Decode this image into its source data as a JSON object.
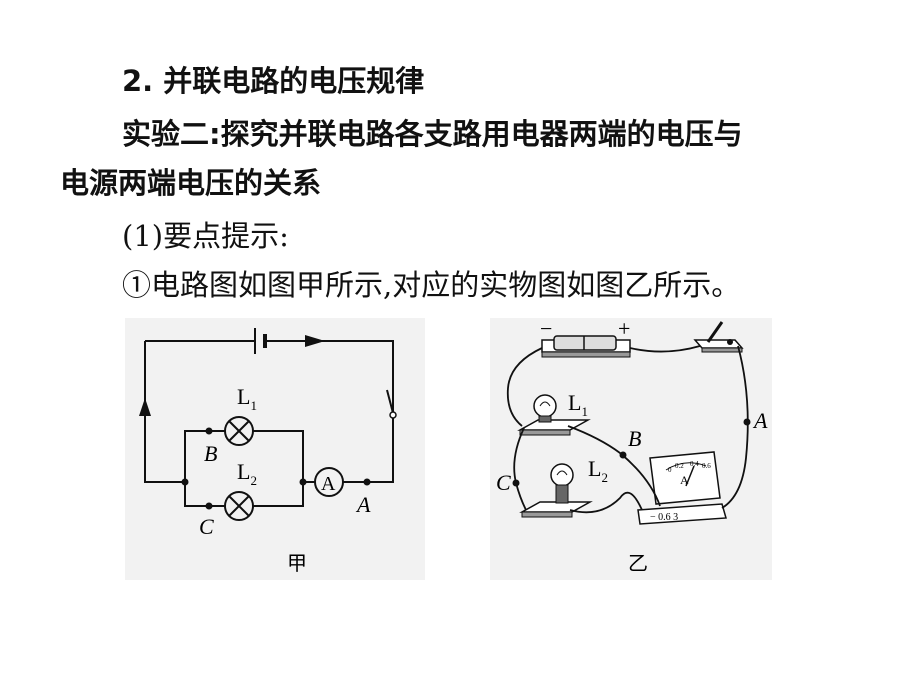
{
  "text": {
    "heading": "2. 并联电路的电压规律",
    "experiment_line1": "实验二:探究并联电路各支路用电器两端的电压与",
    "experiment_line2": "电源两端电压的关系",
    "key_points": "(1)要点提示:",
    "point1": "①电路图如图甲所示,对应的实物图如图乙所示。"
  },
  "diagram_jia": {
    "caption": "甲",
    "lamp1_label": "L",
    "lamp1_sub": "1",
    "lamp2_label": "L",
    "lamp2_sub": "2",
    "ammeter_label": "A",
    "point_a": "A",
    "point_b": "B",
    "point_c": "C"
  },
  "diagram_yi": {
    "caption": "乙",
    "battery_minus": "−",
    "battery_plus": "+",
    "lamp1_label": "L",
    "lamp1_sub": "1",
    "lamp2_label": "L",
    "lamp2_sub": "2",
    "point_a": "A",
    "point_b": "B",
    "point_c": "C",
    "meter_letter": "A",
    "meter_scale": [
      "0",
      "0.2",
      "0.4",
      "0.6"
    ],
    "meter_terminals": "−  0.6  3"
  }
}
